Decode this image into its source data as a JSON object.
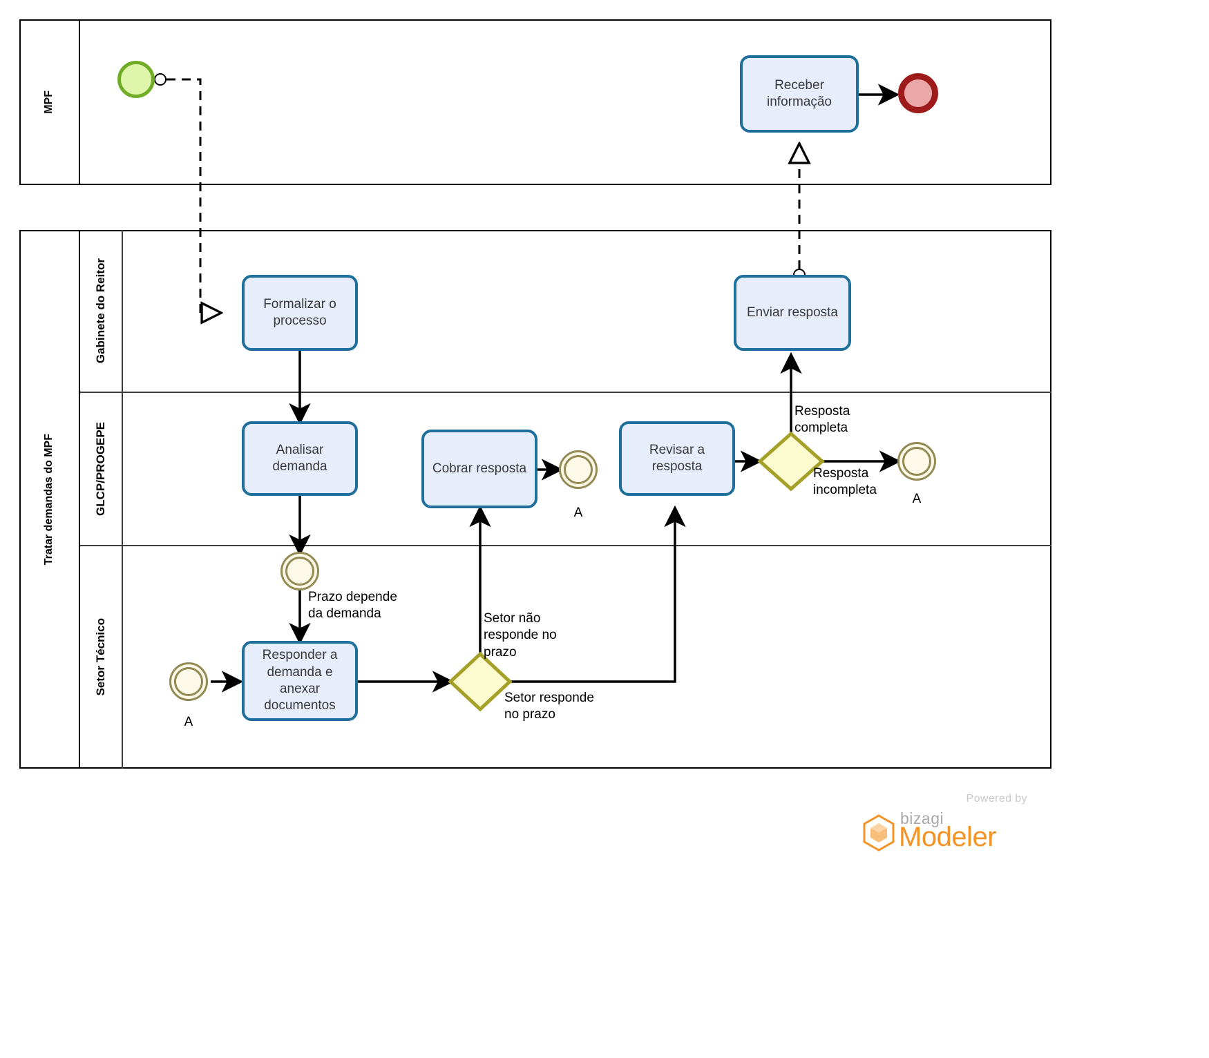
{
  "diagram": {
    "title": "Tratar demandas do MPF",
    "notation": "BPMN",
    "language": "pt-BR"
  },
  "pools": [
    {
      "id": "pool-mpf",
      "label": "MPF"
    },
    {
      "id": "pool-tratar",
      "label": "Tratar demandas do MPF"
    }
  ],
  "lanes": [
    {
      "id": "lane-gabinete",
      "label": "Gabinete do Reitor"
    },
    {
      "id": "lane-glcp",
      "label": "GLCP/PROGEPE"
    },
    {
      "id": "lane-setor",
      "label": "Setor Técnico"
    }
  ],
  "tasks": [
    {
      "id": "task-receber",
      "label": "Receber\ninformação",
      "lane": "MPF"
    },
    {
      "id": "task-formalizar",
      "label": "Formalizar o\nprocesso",
      "lane": "Gabinete do Reitor"
    },
    {
      "id": "task-enviar",
      "label": "Enviar resposta",
      "lane": "Gabinete do Reitor"
    },
    {
      "id": "task-analisar",
      "label": "Analisar\ndemanda",
      "lane": "GLCP/PROGEPE"
    },
    {
      "id": "task-cobrar",
      "label": "Cobrar resposta",
      "lane": "GLCP/PROGEPE"
    },
    {
      "id": "task-revisar",
      "label": "Revisar a\nresposta",
      "lane": "GLCP/PROGEPE"
    },
    {
      "id": "task-responder",
      "label": "Responder a\ndemanda e\nanexar\ndocumentos",
      "lane": "Setor Técnico"
    }
  ],
  "events": [
    {
      "id": "event-start",
      "type": "start",
      "label": ""
    },
    {
      "id": "event-end",
      "type": "end",
      "label": ""
    },
    {
      "id": "event-timer",
      "type": "timer-intermediate",
      "label": ""
    },
    {
      "id": "event-link-throw-cobrar",
      "type": "link-throw",
      "label": "A"
    },
    {
      "id": "event-link-throw-incompleta",
      "type": "link-throw",
      "label": "A"
    },
    {
      "id": "event-link-catch-responder",
      "type": "link-catch",
      "label": "A"
    }
  ],
  "gateways": [
    {
      "id": "gateway-prazo",
      "type": "exclusive",
      "label": ""
    },
    {
      "id": "gateway-resposta",
      "type": "exclusive",
      "label": ""
    }
  ],
  "flow_labels": [
    {
      "id": "label-prazo-demanda",
      "text": "Prazo depende\nda demanda"
    },
    {
      "id": "label-setor-nao-responde",
      "text": "Setor não\nresponde no\nprazo"
    },
    {
      "id": "label-setor-responde",
      "text": "Setor responde\nno prazo"
    },
    {
      "id": "label-resposta-completa",
      "text": "Resposta\ncompleta"
    },
    {
      "id": "label-resposta-incompleta",
      "text": "Resposta\nincompleta"
    }
  ],
  "link_labels": [
    {
      "id": "link-label-cobrar",
      "text": "A"
    },
    {
      "id": "link-label-incompleta",
      "text": "A"
    },
    {
      "id": "link-label-responder",
      "text": "A"
    }
  ],
  "watermark": {
    "powered_by": "Powered by",
    "brand": "bizagi",
    "product": "Modeler"
  },
  "colors": {
    "task_fill": "#e8edfb",
    "task_border": "#1f6f9c",
    "start_fill": "#dff5ab",
    "start_border": "#70ad27",
    "end_fill": "#eaa7a7",
    "end_border": "#9e1b1b",
    "gateway_fill": "#fcfacf",
    "gateway_border": "#a5a028",
    "intermediate_fill": "#fdf9e8",
    "intermediate_border": "#948a54",
    "pool_border": "#000000",
    "lane_border": "#3c3c3c",
    "flow_line": "#000000",
    "brand_orange": "#f39325"
  }
}
